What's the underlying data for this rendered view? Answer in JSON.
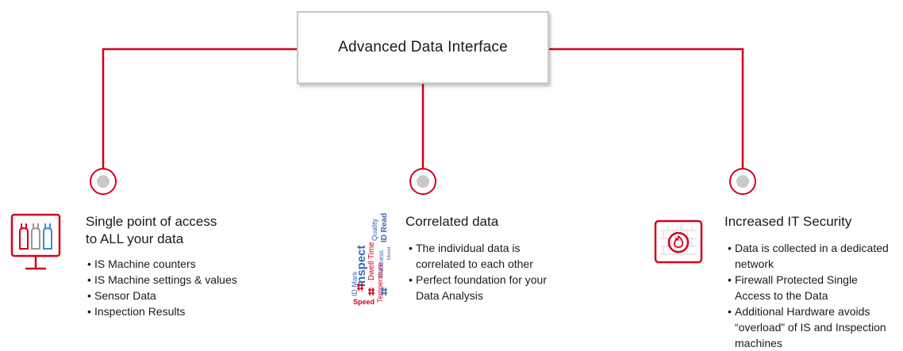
{
  "title": "Advanced Data Interface",
  "colors": {
    "accent": "#d2001e",
    "node_fill": "#c9c9c9",
    "box_border": "#c8c8c8"
  },
  "columns": [
    {
      "icon": "bottles-monitor-icon",
      "heading_lines": [
        "Single point of access",
        "to ALL your data"
      ],
      "bullets": [
        "IS Machine counters",
        "IS Machine settings & values",
        "Sensor Data",
        "Inspection Results"
      ]
    },
    {
      "icon": "word-cloud-icon",
      "heading_lines": [
        "Correlated data"
      ],
      "bullets": [
        "The individual data is correlated to each other",
        "Perfect foundation for your Data Analysis"
      ],
      "word_cloud": [
        "Inspect",
        "Dwell Time",
        "Quality",
        "ID Read",
        "Thickness",
        "ID Mark",
        "Temperature",
        "Speed",
        "Mover"
      ]
    },
    {
      "icon": "firewall-icon",
      "heading_lines": [
        "Increased IT Security"
      ],
      "bullets": [
        "Data is collected in a dedicated network",
        "Firewall Protected Single Access to the Data",
        "Additional Hardware avoids “overload” of IS and Inspection machines"
      ]
    }
  ]
}
